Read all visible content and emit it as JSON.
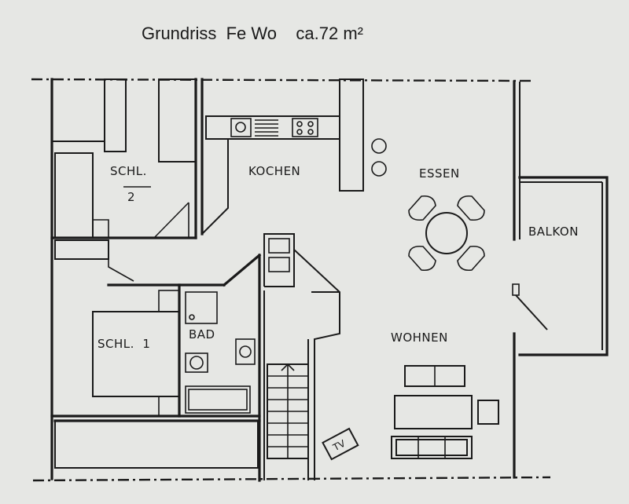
{
  "title": "Grundriss  Fe Wo    ca.72 m²",
  "rooms": {
    "schl2_name": "SCHL.",
    "schl2_number": "2",
    "kochen": "KOCHEN",
    "essen": "ESSEN",
    "balkon": "BALKON",
    "schl1": "SCHL.  1",
    "bad": "BAD",
    "wohnen": "WOHNEN"
  },
  "tv_label": "TV",
  "colors": {
    "paper": "#e6e7e4",
    "ink": "#1a1a1a"
  }
}
